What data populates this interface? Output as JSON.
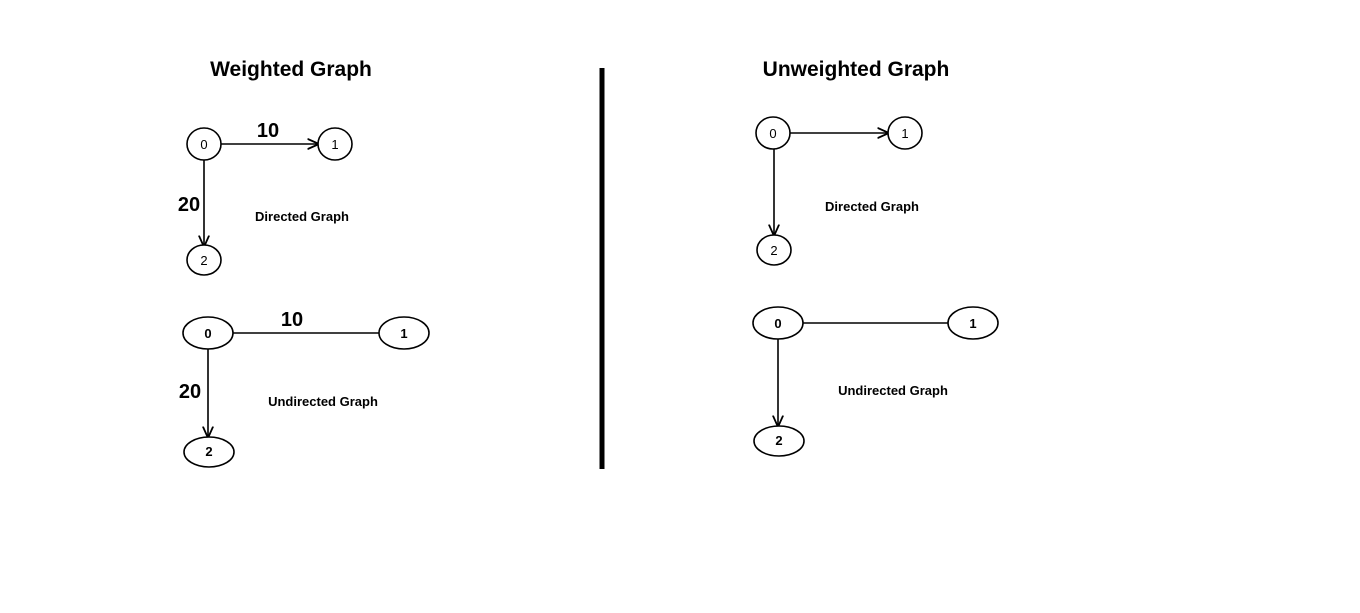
{
  "left_panel": {
    "title": "Weighted Graph",
    "directed": {
      "caption": "Directed Graph",
      "nodes": [
        "0",
        "1",
        "2"
      ],
      "edges": [
        {
          "from": "0",
          "to": "1",
          "weight": "10"
        },
        {
          "from": "0",
          "to": "2",
          "weight": "20"
        }
      ]
    },
    "undirected": {
      "caption": "Undirected Graph",
      "nodes": [
        "0",
        "1",
        "2"
      ],
      "edges": [
        {
          "from": "0",
          "to": "1",
          "weight": "10"
        },
        {
          "from": "0",
          "to": "2",
          "weight": "20"
        }
      ]
    }
  },
  "right_panel": {
    "title": "Unweighted Graph",
    "directed": {
      "caption": "Directed Graph",
      "nodes": [
        "0",
        "1",
        "2"
      ],
      "edges": [
        {
          "from": "0",
          "to": "1"
        },
        {
          "from": "0",
          "to": "2"
        }
      ]
    },
    "undirected": {
      "caption": "Undirected Graph",
      "nodes": [
        "0",
        "1",
        "2"
      ],
      "edges": [
        {
          "from": "0",
          "to": "1"
        },
        {
          "from": "0",
          "to": "2"
        }
      ]
    }
  },
  "colors": {
    "stroke": "#000000",
    "background": "#ffffff"
  }
}
